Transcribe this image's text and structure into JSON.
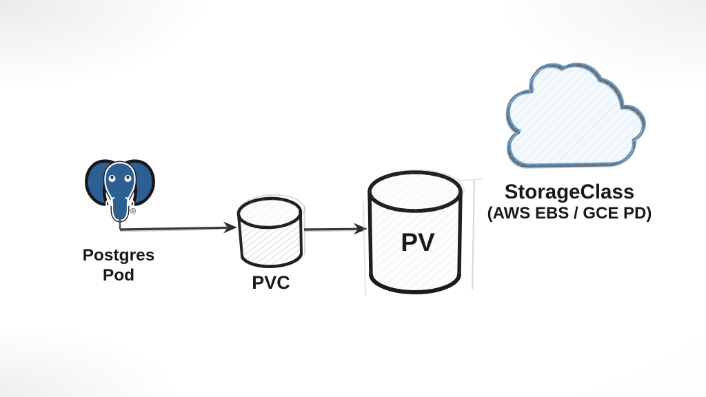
{
  "diagram": {
    "nodes": {
      "postgres_pod": {
        "label_line1": "Postgres",
        "label_line2": "Pod",
        "icon": "postgresql-elephant-icon",
        "trademark": "®"
      },
      "pvc": {
        "label": "PVC",
        "shape": "cylinder"
      },
      "pv": {
        "label": "PV",
        "shape": "cylinder"
      },
      "storage_class": {
        "label": "StorageClass",
        "sublabel": "(AWS EBS / GCE PD)",
        "icon": "cloud-icon"
      }
    },
    "edges": [
      {
        "from": "postgres_pod",
        "to": "pvc",
        "type": "arrow"
      },
      {
        "from": "pvc",
        "to": "pv",
        "type": "arrow"
      }
    ],
    "colors": {
      "postgres_blue": "#2d5f92",
      "sketch_ink": "#26282c",
      "cloud_outline_gray": "#67727d",
      "cloud_outline_blue": "#5796cb",
      "cloud_fill": "#f3f8fc",
      "text": "#191919",
      "background": "#faf9f8"
    }
  }
}
